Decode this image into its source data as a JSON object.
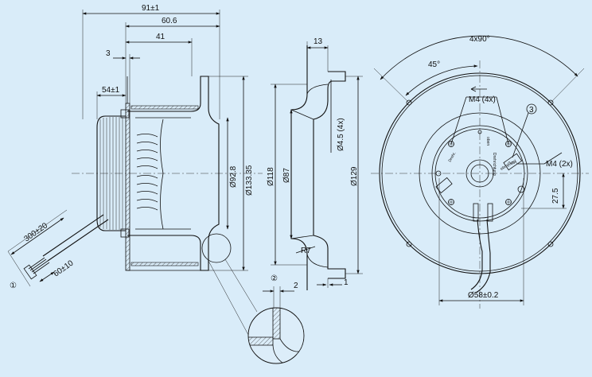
{
  "side_view": {
    "dim_overall_length": "91±1",
    "dim_length_606": "60.6",
    "dim_length_41": "41",
    "dim_flange_3": "3",
    "dim_motor_54": "54±1",
    "dim_dia_928": "Ø92.8",
    "dim_dia_13335": "Ø133.35",
    "dim_cable_300": "300±20",
    "dim_leads_60": "60±10",
    "callout_1": "①"
  },
  "section_view": {
    "dim_depth_13": "13",
    "dim_dia_118": "Ø118",
    "dim_dia_87": "Ø87",
    "dim_holes_45": "Ø4.5 (4x)",
    "dim_dia_129": "Ø129",
    "dim_radius_r7": "R7",
    "dim_gap_2": "2",
    "dim_gap_1": "1",
    "callout_2": "②"
  },
  "front_view": {
    "dim_angle_4x90": "4x90°",
    "dim_angle_45": "45°",
    "label_m4_4x": "M4 (4x)",
    "label_m4_2x": "M4 (2x)",
    "callout_3": "3",
    "dim_275": "27.5",
    "dim_dia_58": "Ø58±0.2",
    "hub_text_direction": "Drehrichtung",
    "hub_text_up": "oben",
    "hub_text_rot": "Drehr.",
    "hub_text_brand": "ebmpapst"
  }
}
